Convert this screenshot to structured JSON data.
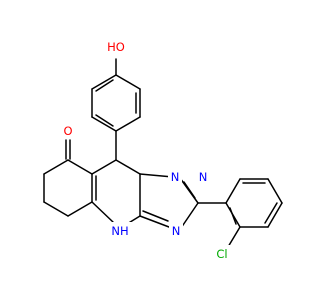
{
  "molecule": {
    "atoms": {
      "hydroxyl": "HO",
      "ketone_oxygen": "O",
      "nh": "NH",
      "triazole_n1": "N",
      "triazole_n2": "N",
      "triazole_n4": "N",
      "chlorine": "Cl"
    }
  },
  "colors": {
    "bond": "#000000",
    "oxygen": "#ff0000",
    "nitrogen": "#0000ff",
    "chlorine": "#00aa00"
  }
}
